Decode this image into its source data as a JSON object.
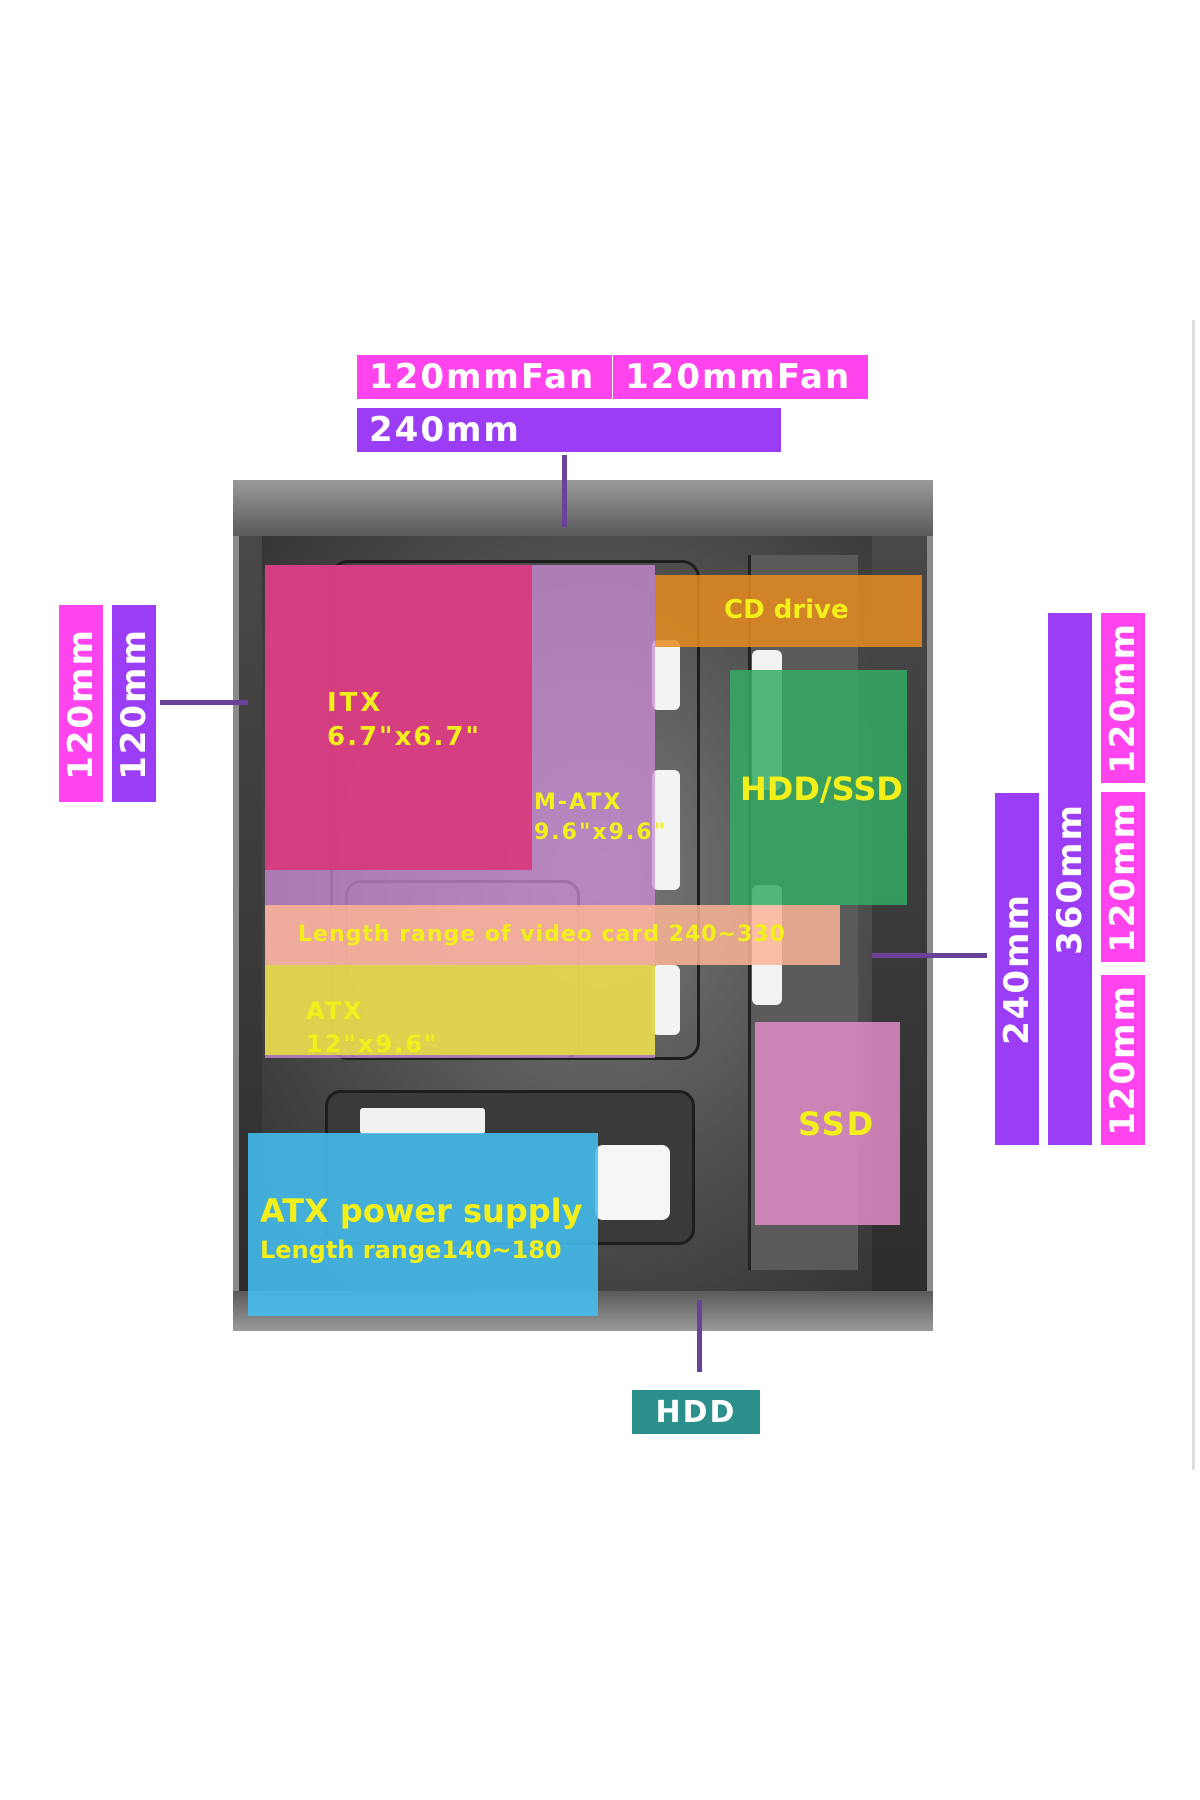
{
  "colors": {
    "magenta": "#ff44ee",
    "purple": "#9a3df5",
    "teal": "#2b8f8c",
    "label_yellow": "#f2ef1a",
    "connector": "#6a4398"
  },
  "top": {
    "fan_left": "120mmFan",
    "fan_right": "120mmFan",
    "radiator": "240mm"
  },
  "left": {
    "outer": "120mm",
    "inner": "120mm"
  },
  "right": {
    "rad_240": "240mm",
    "rad_360": "360mm",
    "fan_top": "120mm",
    "fan_mid": "120mm",
    "fan_bottom": "120mm"
  },
  "bottom": {
    "hdd": "HDD"
  },
  "zones": {
    "itx": {
      "line1": "ITX",
      "line2": "6.7\"x6.7\""
    },
    "matx": {
      "line1": "M-ATX",
      "line2": "9.6\"x9.6\""
    },
    "atx": {
      "line1": "ATX",
      "line2": "12\"x9.6\""
    },
    "cd": "CD drive",
    "hdd_ssd": "HDD/SSD",
    "ssd": "SSD",
    "video_card": "Length range of video card 240~330",
    "psu": {
      "line1": "ATX power supply",
      "line2": "Length range140~180"
    }
  }
}
